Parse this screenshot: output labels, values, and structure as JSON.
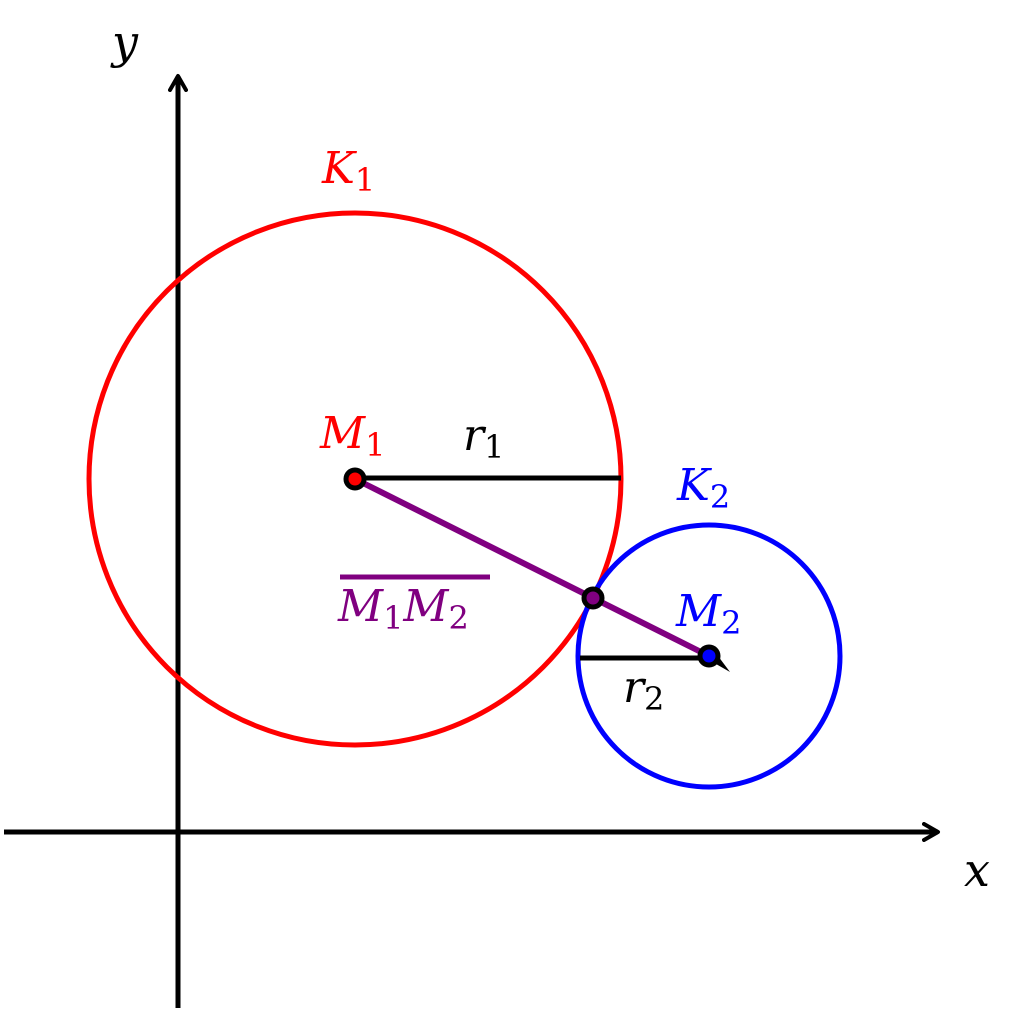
{
  "axes": {
    "x_label": "x",
    "y_label": "y"
  },
  "circle1": {
    "label": "K",
    "label_sub": "1",
    "center_label": "M",
    "center_label_sub": "1",
    "radius_label": "r",
    "radius_label_sub": "1",
    "color": "#ff0000"
  },
  "circle2": {
    "label": "K",
    "label_sub": "2",
    "center_label": "M",
    "center_label_sub": "2",
    "radius_label": "r",
    "radius_label_sub": "2",
    "color": "#0000ff"
  },
  "segment": {
    "label_a": "M",
    "label_a_sub": "1",
    "label_b": "M",
    "label_b_sub": "2",
    "color": "#800080"
  },
  "colors": {
    "axis": "#000000",
    "background": "#ffffff"
  }
}
